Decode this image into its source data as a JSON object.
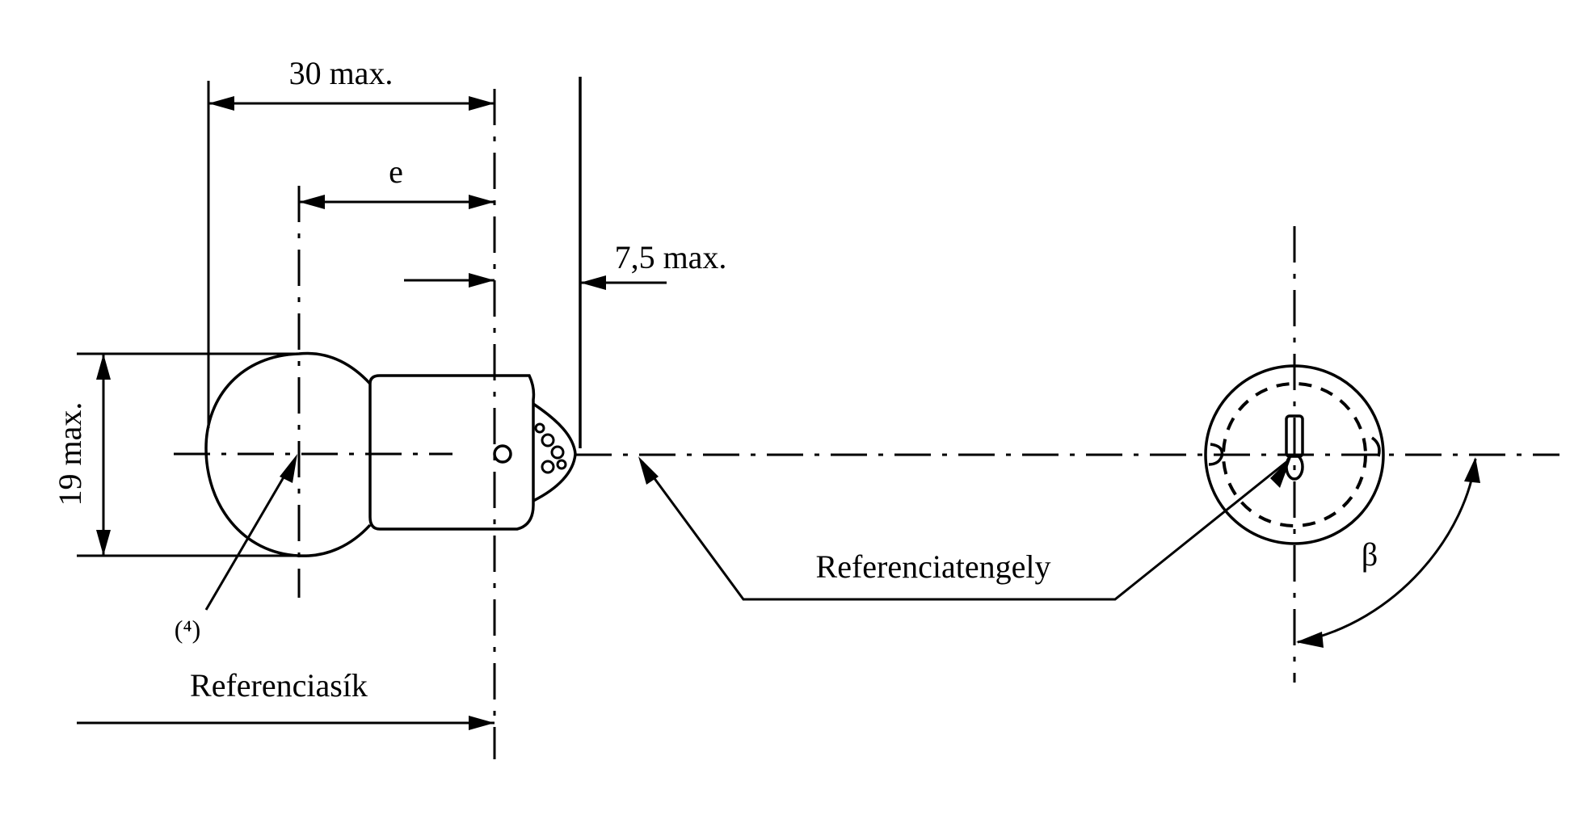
{
  "labels": {
    "dim_length": "30 max.",
    "dim_e": "e",
    "dim_cap": "7,5 max.",
    "dim_diameter": "19 max.",
    "note_ref": "(⁴)",
    "reference_plane": "Referenciasík",
    "reference_axis": "Referenciatengely",
    "angle": "β"
  },
  "colors": {
    "ink": "#000000",
    "paper": "#ffffff"
  }
}
